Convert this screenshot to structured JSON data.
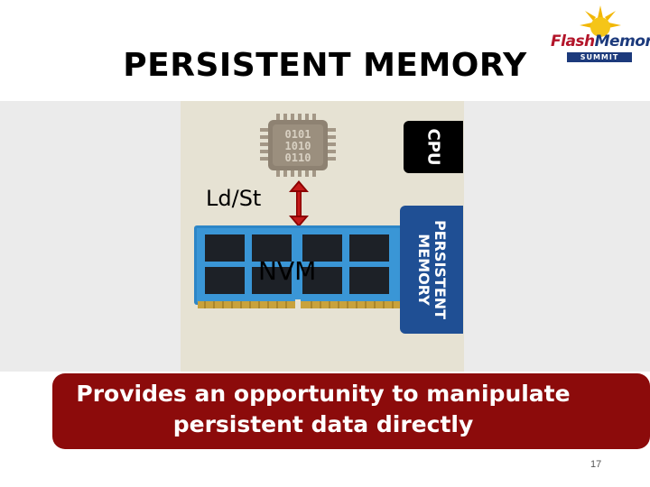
{
  "slide": {
    "title": "PERSISTENT MEMORY",
    "page_number": "17"
  },
  "logo": {
    "flash": "Flash",
    "memory": "Memory",
    "summit": "SUMMIT"
  },
  "diagram": {
    "chip_bits": [
      "0101",
      "1010",
      "0110"
    ],
    "cpu_label": "CPU",
    "ld_st_label": "Ld/St",
    "nvm_label": "NVM",
    "persistent_memory_label_line1": "PERSISTENT",
    "persistent_memory_label_line2": "MEMORY"
  },
  "banner": {
    "line1": "Provides an opportunity to manipulate",
    "line2": "persistent data directly"
  },
  "colors": {
    "banner_bg": "#8c0b0b",
    "pm_box": "#1f4f94",
    "cpu_box": "#000000",
    "panel": "#e6e2d3",
    "band": "#ebebeb"
  }
}
